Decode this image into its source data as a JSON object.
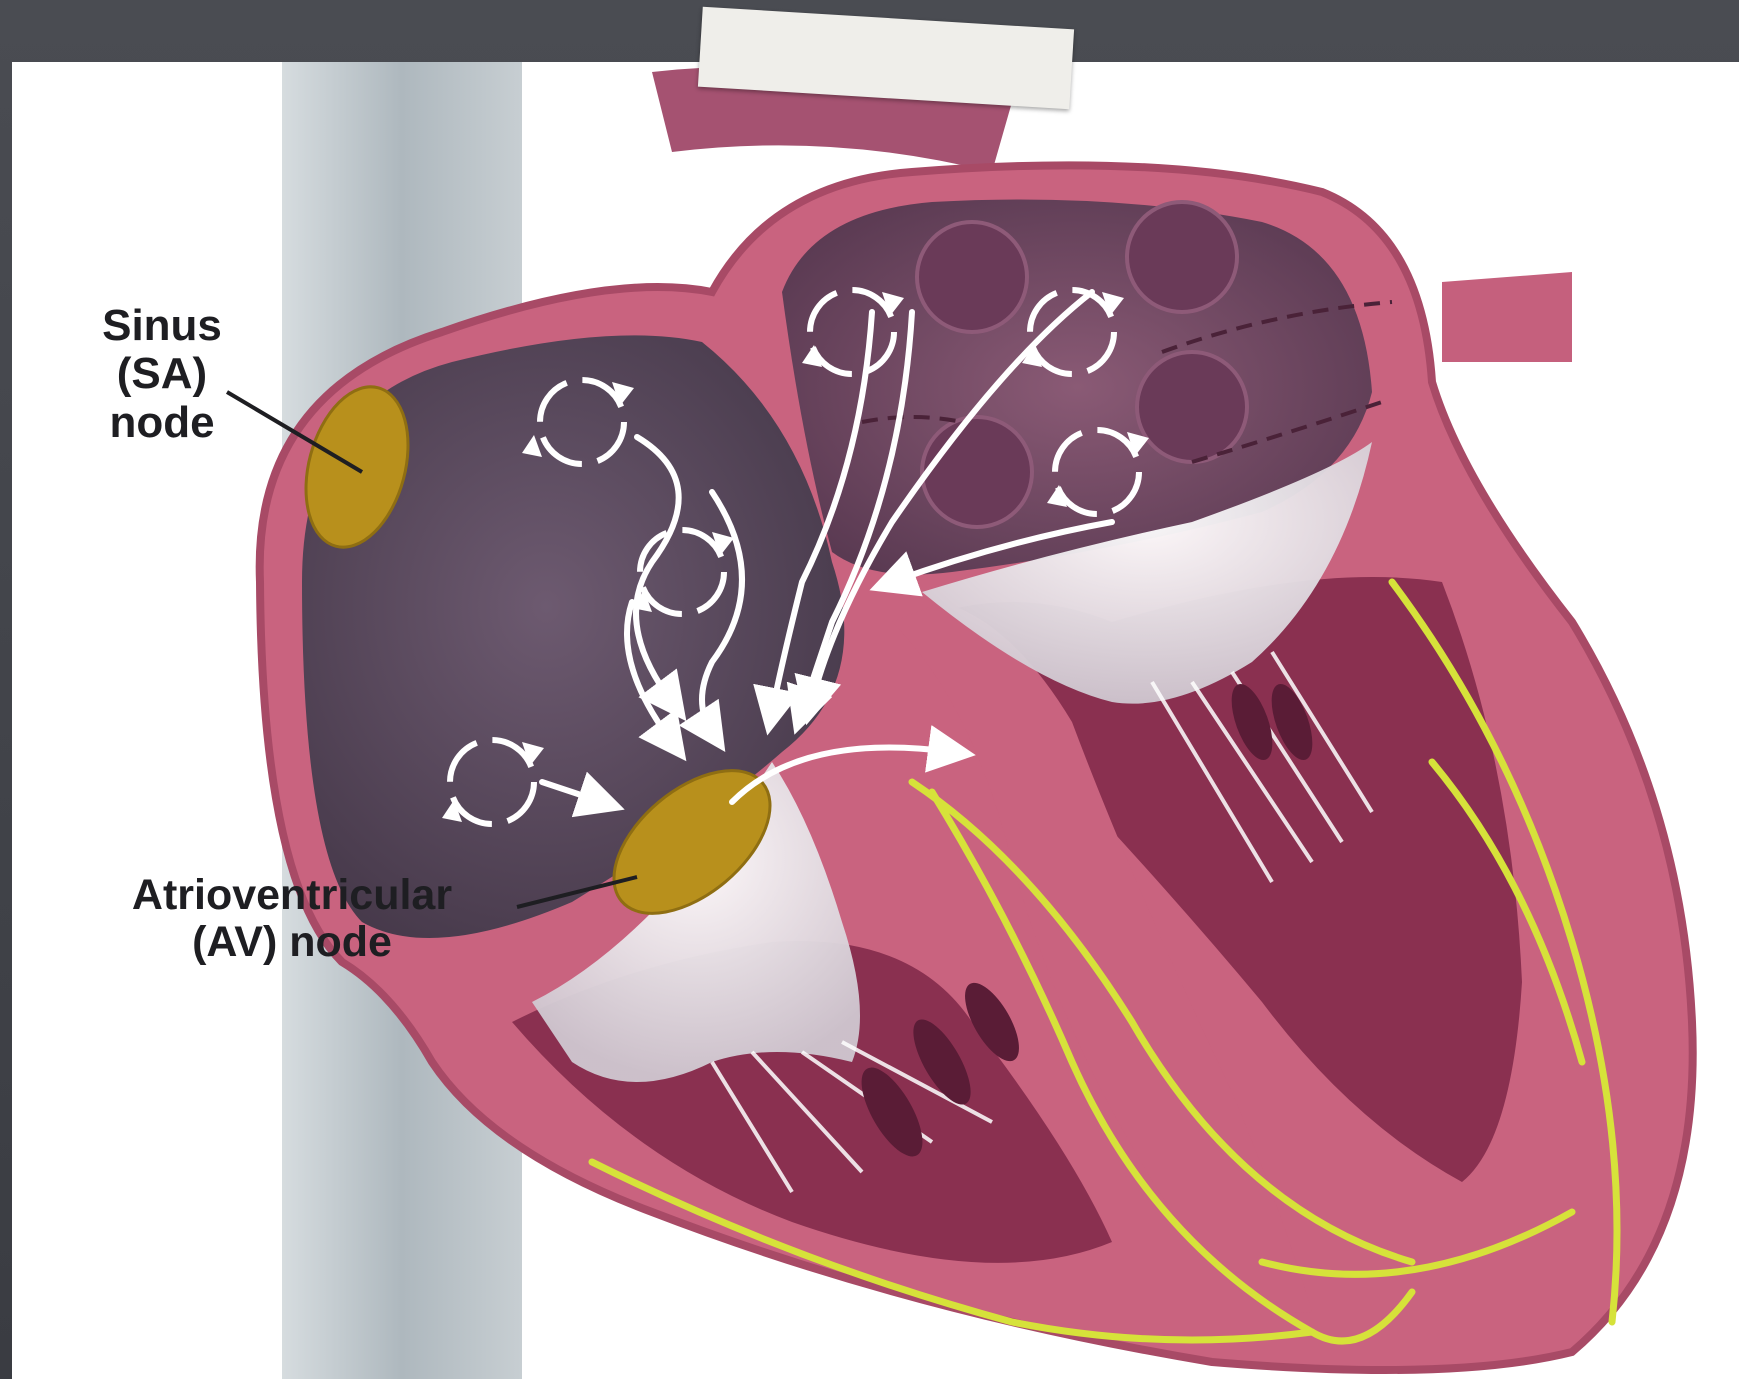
{
  "labels": {
    "sa_node": {
      "line1": "Sinus",
      "line2": "(SA)",
      "line3": "node"
    },
    "av_node": {
      "line1": "Atrioventricular",
      "line2": "(AV) node"
    }
  },
  "colors": {
    "background": "#3d3f45",
    "panel": "#ffffff",
    "vein": "#bfc7cc",
    "heart_wall": "#c9637f",
    "heart_wall_edge": "#b64e6d",
    "atrium_right": "#5b4a60",
    "atrium_left": "#6e4a62",
    "ventricle_inner": "#8a3050",
    "valve": "#ece8ee",
    "node": "#b8901c",
    "conduction_fibers": "#d6e23a",
    "arrows": "#ffffff"
  }
}
